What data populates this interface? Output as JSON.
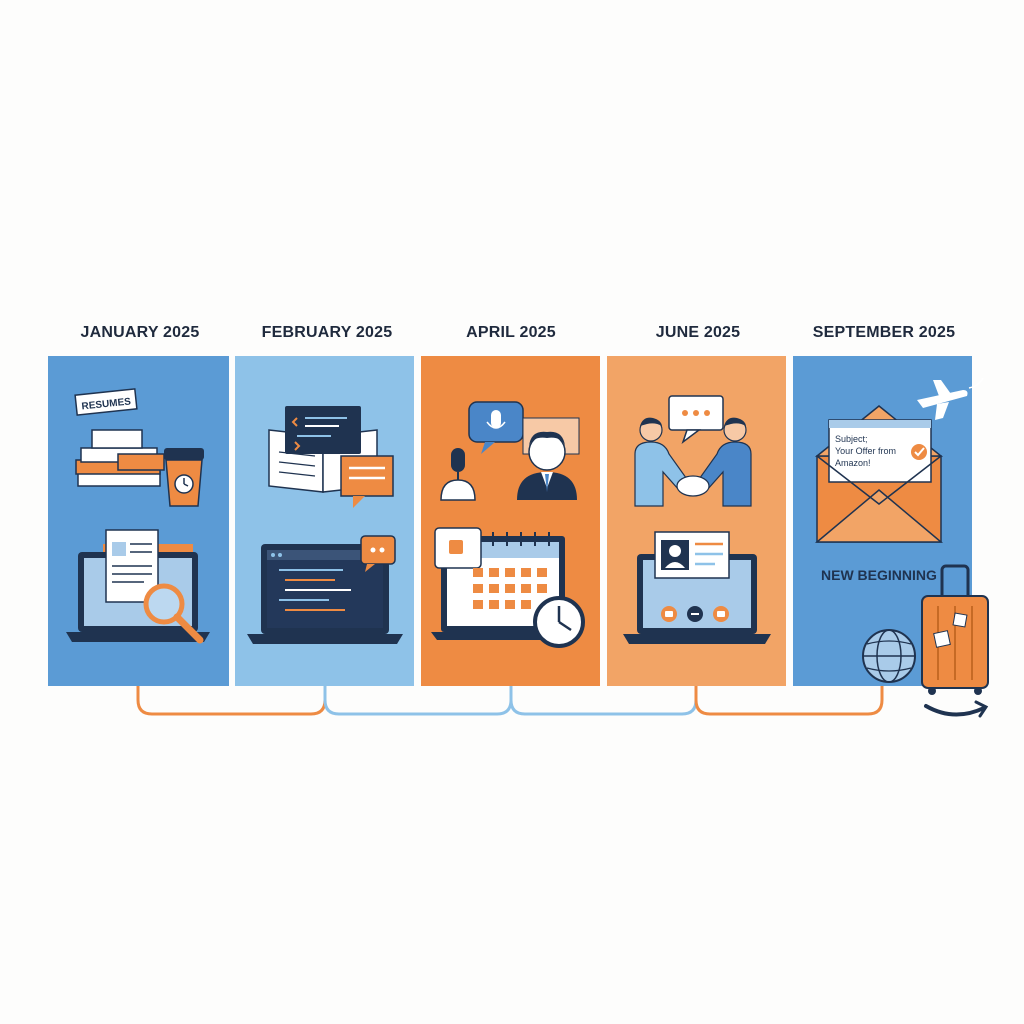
{
  "colors": {
    "blue": "#5b9bd5",
    "light_blue": "#8ec2e8",
    "orange": "#ee8b43",
    "light_orange": "#f2a466",
    "navy": "#1f3350",
    "white": "#ffffff"
  },
  "milestones": [
    {
      "month": "JANUARY 2025"
    },
    {
      "month": "FEBRUARY 2025"
    },
    {
      "month": "APRIL 2025"
    },
    {
      "month": "JUNE 2025"
    },
    {
      "month": "SEPTEMBER 2025"
    }
  ],
  "january": {
    "resumes_label": "RESUMES"
  },
  "september": {
    "email_subject": "Subject;",
    "email_line1": "Your Offer from",
    "email_line2": "Amazon!",
    "tagline": "NEW BEGINNING"
  },
  "icons": [
    "resume-stack-icon",
    "coffee-cup-icon",
    "laptop-icon",
    "document-icon",
    "magnifier-icon",
    "code-book-icon",
    "chat-bubble-icon",
    "code-laptop-icon",
    "microphone-icon",
    "interviewer-avatar-icon",
    "calendar-icon",
    "clock-icon",
    "handshake-icon",
    "profile-card-icon",
    "video-call-laptop-icon",
    "envelope-icon",
    "airplane-icon",
    "globe-icon",
    "suitcase-icon",
    "smile-arrow-logo"
  ]
}
